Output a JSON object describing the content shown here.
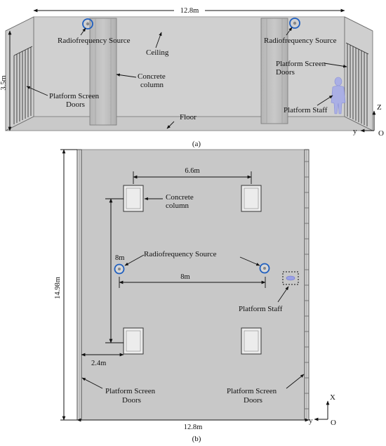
{
  "panel_a": {
    "caption": "(a)",
    "width_dim": "12.8m",
    "height_dim": "3.5m",
    "labels": {
      "rf_left": "Radiofrequency  Source",
      "rf_right": "Radiofrequency  Source",
      "ceiling": "Ceiling",
      "column_line1": "Concrete",
      "column_line2": "column",
      "psd_left_line1": "Platform Screen",
      "psd_left_line2": "Doors",
      "psd_right_line1": "Platform Screen",
      "psd_right_line2": "Doors",
      "floor": "Floor",
      "staff": "Platform Staff"
    },
    "axes": {
      "z": "Z",
      "y": "y",
      "o": "O"
    },
    "colors": {
      "surface": "#d3d3d3",
      "column": "#bcbcbc",
      "source_ring": "#1f5fbf",
      "staff": "#9aa0e6"
    }
  },
  "panel_b": {
    "caption": "(b)",
    "length_dim": "14.98m",
    "width_dim": "12.8m",
    "col_spacing_x": "6.6m",
    "col_spacing_y": "8m",
    "source_spacing": "8m",
    "edge_offset": "2.4m",
    "labels": {
      "column_line1": "Concrete",
      "column_line2": "column",
      "rf": "Radiofrequency  Source",
      "staff": "Platform Staff",
      "psd_left_line1": "Platform Screen",
      "psd_left_line2": "Doors",
      "psd_right_line1": "Platform Screen",
      "psd_right_line2": "Doors"
    },
    "axes": {
      "x": "X",
      "y": "y",
      "o": "O"
    },
    "colors": {
      "floor": "#c8c8c8",
      "column": "#e9e9e9",
      "source_ring": "#1f5fbf"
    }
  }
}
